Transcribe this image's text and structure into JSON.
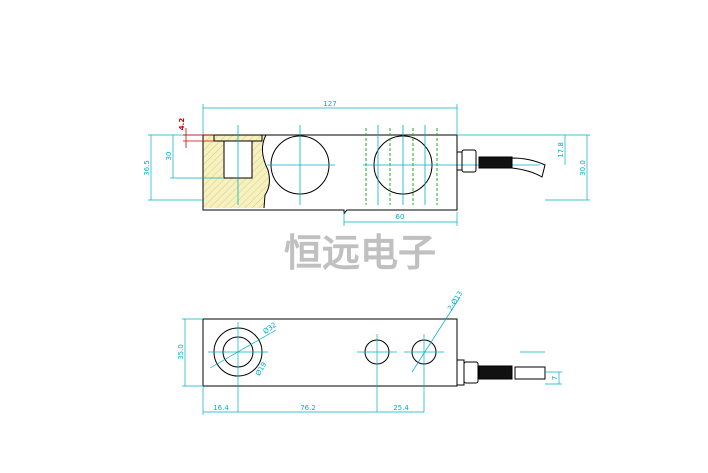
{
  "watermark": "恒远电子",
  "colors": {
    "outline": "#000000",
    "dimension": "#00b0c8",
    "centerline": "#00b0c8",
    "hidden": "#22aa22",
    "hatch": "#f3eeb0",
    "red": "#d00000"
  },
  "side_view": {
    "dims": {
      "length": "127",
      "flange": "4.2",
      "height": "36.5",
      "bore_depth": "30",
      "cable_height": "17.8",
      "total_height": "30.0",
      "bottom_step": "60"
    }
  },
  "top_view": {
    "dims": {
      "width": "35.0",
      "edge_to_hole": "16.4",
      "hole_spacing_1": "76.2",
      "hole_spacing_2": "25.4",
      "holes": "2-Ø13",
      "counterbore": "Ø32",
      "bore": "Ø19",
      "cable": "7"
    }
  }
}
